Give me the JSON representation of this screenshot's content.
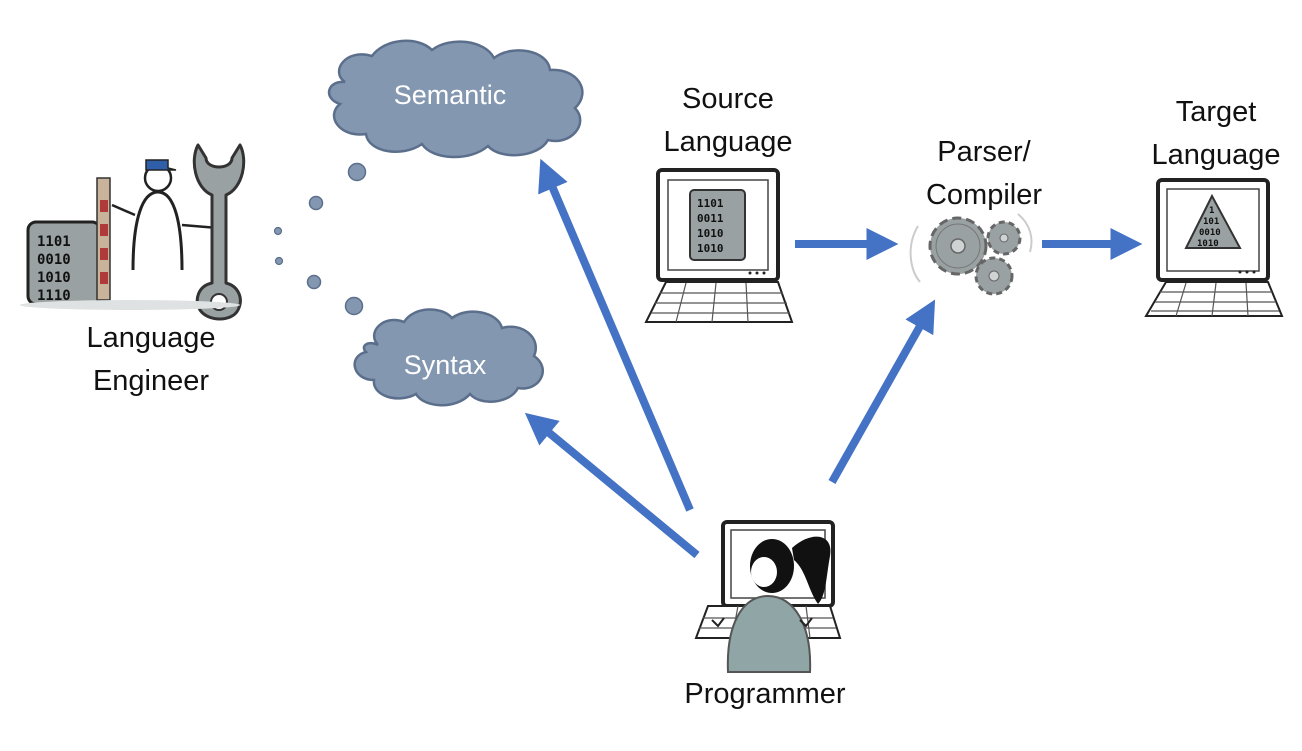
{
  "labels": {
    "language_engineer": [
      "Language",
      "Engineer"
    ],
    "source_language": [
      "Source",
      "Language"
    ],
    "parser_compiler": [
      "Parser/",
      "Compiler"
    ],
    "target_language": [
      "Target",
      "Language"
    ],
    "programmer": "Programmer"
  },
  "clouds": {
    "semantic": "Semantic",
    "syntax": "Syntax"
  },
  "binary": {
    "engineer_tablet": [
      "1101",
      "0010",
      "1010",
      "1110"
    ],
    "source_screen": [
      "1101",
      "0011",
      "1010",
      "1010"
    ],
    "target_screen": [
      "1",
      "101",
      "0010",
      "1010"
    ]
  },
  "colors": {
    "arrow": "#4472C4",
    "cloud": "#8497B0",
    "cloud_stroke": "#5B6F8C",
    "text": "#111111",
    "icon_gray": "#8C9396",
    "accent_red": "#B03A3A"
  },
  "icons": [
    "language-engineer-figure",
    "wrench-icon",
    "ruler-icon",
    "binary-tablet-icon",
    "source-computer-icon",
    "gears-icon",
    "target-computer-icon",
    "programmer-figure"
  ]
}
